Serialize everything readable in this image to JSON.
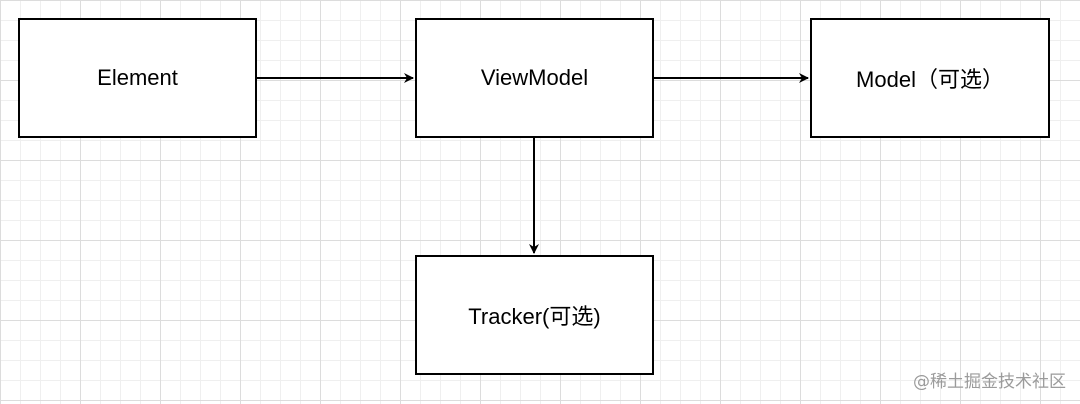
{
  "diagram": {
    "nodes": {
      "element": "Element",
      "viewmodel": "ViewModel",
      "model": "Model（可选）",
      "tracker": "Tracker(可选)"
    },
    "edges": [
      {
        "from": "element",
        "to": "viewmodel"
      },
      {
        "from": "viewmodel",
        "to": "model"
      },
      {
        "from": "viewmodel",
        "to": "tracker"
      }
    ],
    "colors": {
      "stroke": "#000000",
      "grid": "#dcdcdc",
      "watermark": "#9b9b9b"
    }
  },
  "watermark": "@稀土掘金技术社区"
}
